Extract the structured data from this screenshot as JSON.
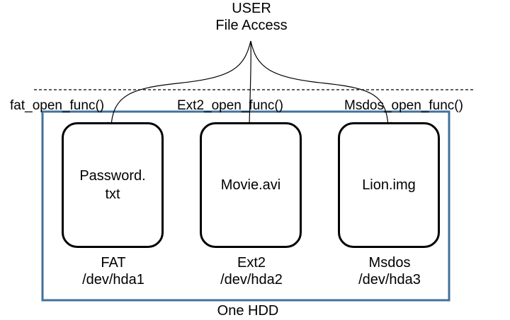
{
  "user": {
    "line1": "USER",
    "line2": "File Access"
  },
  "functions": [
    {
      "label": "fat_open_func()"
    },
    {
      "label": "Ext2_open_func()"
    },
    {
      "label": "Msdos_open_func()"
    }
  ],
  "partitions": [
    {
      "file": "Password.\ntxt",
      "fs": "FAT",
      "device": "/dev/hda1"
    },
    {
      "file": "Movie.avi",
      "fs": "Ext2",
      "device": "/dev/hda2"
    },
    {
      "file": "Lion.img",
      "fs": "Msdos",
      "device": "/dev/hda3"
    }
  ],
  "hdd": {
    "label": "One HDD"
  },
  "colors": {
    "hdd_border": "#41719c",
    "line": "#000000"
  }
}
